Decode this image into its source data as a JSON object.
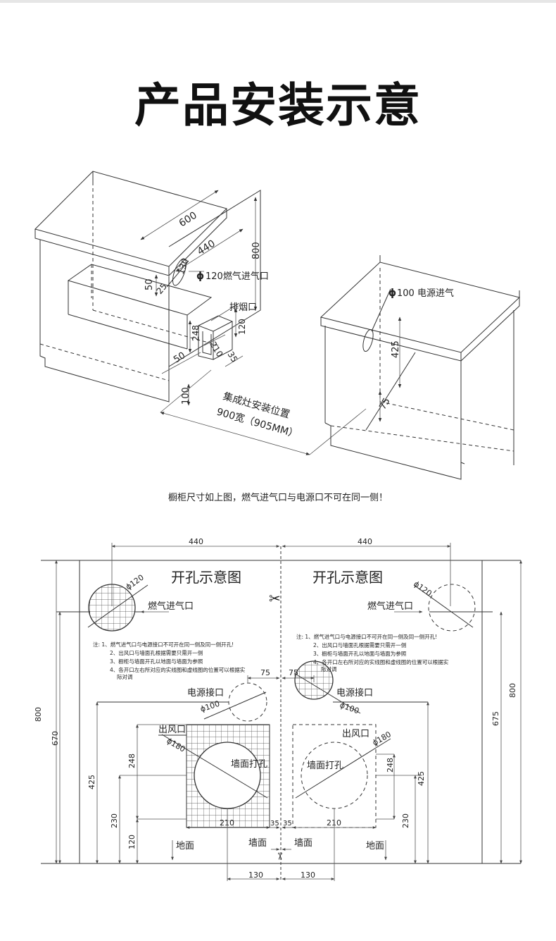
{
  "title": "产品安装示意",
  "caption": "橱柜尺寸如上图，燃气进气口与电源口不可在同一侧！",
  "iso": {
    "d600": "600",
    "d440": "440",
    "d800": "800",
    "d130": "130",
    "d50a": "50",
    "d25": "25",
    "gas_label": "120燃气进气口",
    "phi": "ϕ",
    "exhaust_label": "排烟口",
    "d248": "248",
    "d120": "120",
    "d210": "210",
    "d50b": "50",
    "d35": "35",
    "d100": "100",
    "install_label": "集成灶安装位置",
    "install_width": "900宽（905MM）",
    "power_label": "100 电源进气",
    "d425": "425",
    "d75": "75"
  },
  "plan": {
    "left_title": "开孔示意图",
    "right_title": "开孔示意图",
    "top_left_440": "440",
    "top_right_440": "440",
    "phi120_left": "ϕ120",
    "phi120_right": "ϕ120",
    "gas_left": "燃气进气口",
    "gas_right": "燃气进气口",
    "notes_left": [
      "注: 1、燃气进气口与电源接口不可开在同一侧及同一侧开孔!",
      "2、出风口与墙面孔根据需要只需开一侧",
      "3、橱柜与墙面开孔以地面与墙面为参照",
      "4、各开口左右所对应的实线图和虚线图的位置可以根据实",
      "际对调"
    ],
    "notes_right": [
      "注: 1、燃气进气口与电源接口不可开在同一侧及同一侧开孔!",
      "2、出风口与墙面孔根据需要只需开一侧",
      "3、橱柜与墙面开孔以地面与墙面为参照",
      "4、各开口左右所对应的实线图和虚线图的位置可以根据实",
      "际对调"
    ],
    "d75_left": "75",
    "d75_right": "75",
    "power_left": "电源接口",
    "power_right": "电源接口",
    "phi100_left": "ϕ100",
    "phi100_right": "ϕ100",
    "outlet_left": "出风口",
    "outlet_right": "出风口",
    "phi180_left": "ϕ180",
    "phi180_right": "ϕ180",
    "wallhole_left": "墙面打孔",
    "wallhole_right": "墙面打孔",
    "d800_left": "800",
    "d800_right": "800",
    "d670": "670",
    "d675": "675",
    "d425_left": "425",
    "d425_right": "425",
    "d248_left": "248",
    "d248_right": "248",
    "d230_left": "230",
    "d230_right": "230",
    "d120_left": "120",
    "d210_left": "210",
    "d210_right": "210",
    "d35_left": "35",
    "d35_right": "35",
    "floor_left": "地面",
    "floor_right": "地面",
    "wall_left": "墙面",
    "wall_right": "墙面",
    "d130_left": "130",
    "d130_right": "130"
  }
}
